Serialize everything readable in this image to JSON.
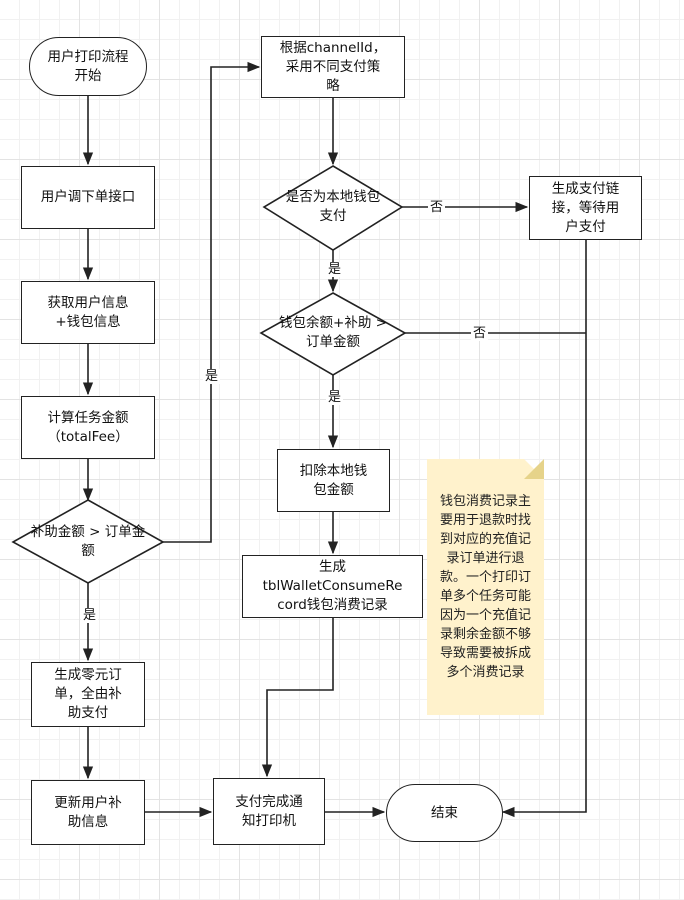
{
  "nodes": {
    "start": "用户打印流程\n开始",
    "call_api": "用户调下单接口",
    "get_info": "获取用户信息\n+钱包信息",
    "calc_fee": "计算任务金额\n（totalFee）",
    "subsidy_check": "补助金额 > 订单金\n额",
    "zero_order": "生成零元订\n单，全由补\n助支付",
    "update_subsidy": "更新用户补\n助信息",
    "strategy": "根据channelId，\n采用不同支付策\n略",
    "wallet_check": "是否为本地钱包\n支付",
    "pay_link": "生成支付链\n接，等待用\n户支付",
    "balance_check": "钱包余额+补助 >\n订单金额",
    "deduct": "扣除本地钱\n包金额",
    "gen_record": "生成\ntblWalletConsumeRe\ncord钱包消费记录",
    "notify": "支付完成通\n知打印机",
    "end": "结束"
  },
  "edge_labels": {
    "subsidy_yes": "是",
    "subsidy_to_strategy": "是",
    "wallet_no": "否",
    "wallet_yes": "是",
    "balance_no": "否",
    "balance_yes": "是"
  },
  "note": {
    "text": "钱包消费记录主要用于退款时找到对应的充值记录订单进行退款。一个打印订单多个任务可能因为一个充值记录剩余金额不够导致需要被拆成多个消费记录"
  },
  "colors": {
    "stroke": "#222222",
    "note_fill": "#fff2cc",
    "grid": "#e3e3e3"
  }
}
